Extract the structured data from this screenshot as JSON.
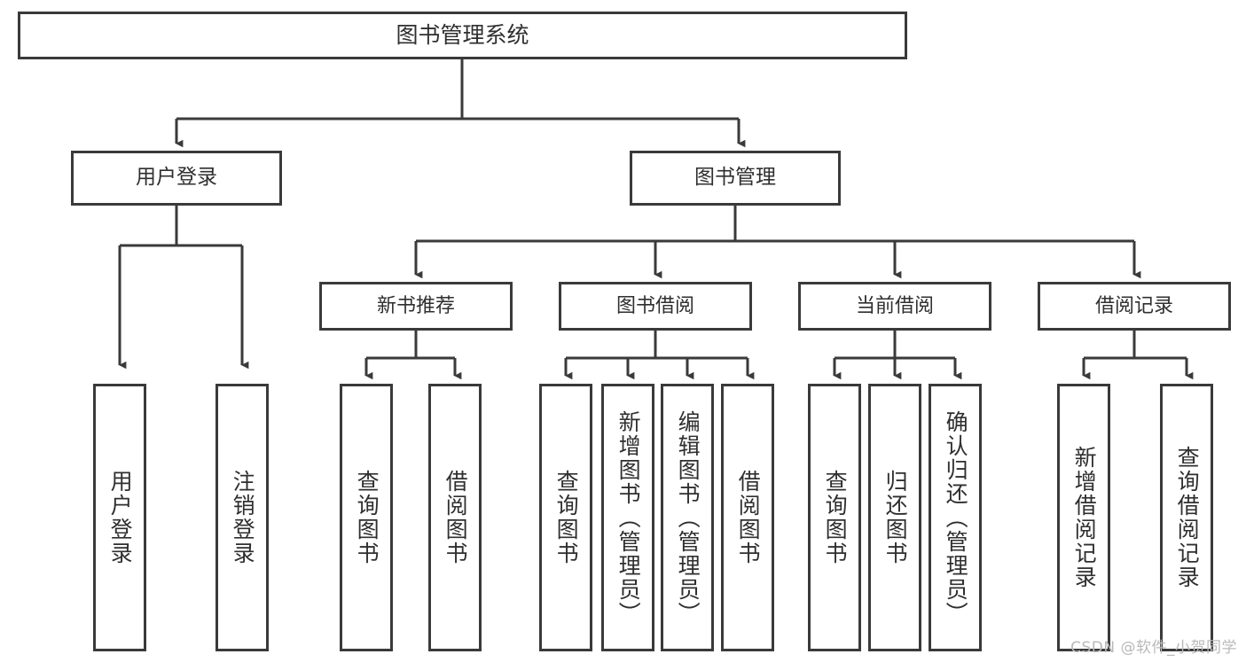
{
  "diagram": {
    "title_node": {
      "id": "root",
      "label": "图书管理系统"
    },
    "level2": [
      {
        "id": "user-login",
        "label": "用户登录"
      },
      {
        "id": "book-management",
        "label": "图书管理"
      }
    ],
    "level3": [
      {
        "id": "new-book-recommend",
        "label": "新书推荐"
      },
      {
        "id": "book-borrow",
        "label": "图书借阅"
      },
      {
        "id": "current-borrow",
        "label": "当前借阅"
      },
      {
        "id": "borrow-record",
        "label": "借阅记录"
      }
    ],
    "leaves": [
      {
        "id": "leaf-user-login",
        "label": "用户登录",
        "parent": "user-login"
      },
      {
        "id": "leaf-logout-login",
        "label": "注销登录",
        "parent": "user-login"
      },
      {
        "id": "leaf-query-book-1",
        "label": "查询图书",
        "parent": "new-book-recommend"
      },
      {
        "id": "leaf-borrow-book-1",
        "label": "借阅图书",
        "parent": "new-book-recommend"
      },
      {
        "id": "leaf-query-book-2",
        "label": "查询图书",
        "parent": "book-borrow"
      },
      {
        "id": "leaf-add-book",
        "label": "新增图书（管理员）",
        "parent": "book-borrow"
      },
      {
        "id": "leaf-edit-book",
        "label": "编辑图书（管理员）",
        "parent": "book-borrow"
      },
      {
        "id": "leaf-borrow-book-2",
        "label": "借阅图书",
        "parent": "book-borrow"
      },
      {
        "id": "leaf-query-book-3",
        "label": "查询图书",
        "parent": "current-borrow"
      },
      {
        "id": "leaf-return-book",
        "label": "归还图书",
        "parent": "current-borrow"
      },
      {
        "id": "leaf-confirm-return",
        "label": "确认归还（管理员）",
        "parent": "current-borrow"
      },
      {
        "id": "leaf-add-record",
        "label": "新增借阅记录",
        "parent": "borrow-record"
      },
      {
        "id": "leaf-query-record",
        "label": "查询借阅记录",
        "parent": "borrow-record"
      }
    ],
    "watermark": "CSDN @软件_小贺同学",
    "colors": {
      "border": "#3a3a3a",
      "background": "#ffffff",
      "text": "#2f2f2f",
      "watermark": "#b9b9b9"
    }
  }
}
